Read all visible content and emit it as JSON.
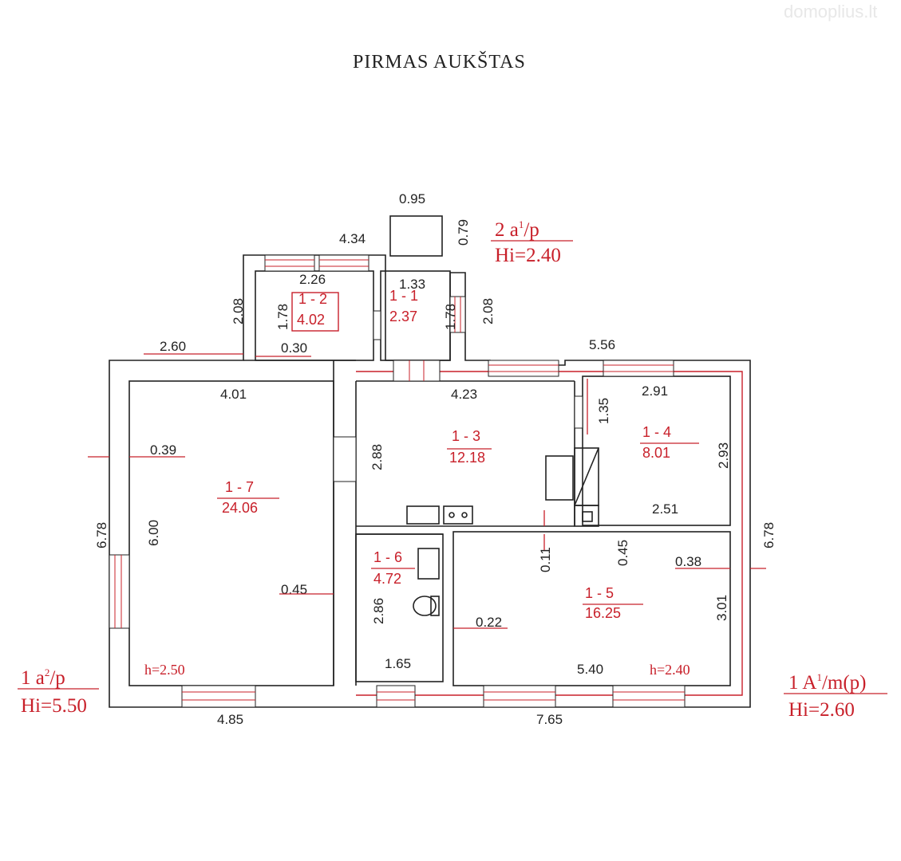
{
  "watermark": "domoplius.lt",
  "title": "PIRMAS AUKŠTAS",
  "rooms": {
    "r1_1": {
      "id": "1 - 1",
      "area": "2.37"
    },
    "r1_2": {
      "id": "1 - 2",
      "area": "4.02"
    },
    "r1_3": {
      "id": "1 - 3",
      "area": "12.18"
    },
    "r1_4": {
      "id": "1 - 4",
      "area": "8.01"
    },
    "r1_5": {
      "id": "1 - 5",
      "area": "16.25"
    },
    "r1_6": {
      "id": "1 - 6",
      "area": "4.72"
    },
    "r1_7": {
      "id": "1 - 7",
      "area": "24.06"
    }
  },
  "heights": {
    "h7": "h=2.50",
    "h5": "h=2.40"
  },
  "labels": {
    "top_right": {
      "line1": "2 a",
      "sup": "1",
      "line1b": "/p",
      "line2": "Hi=2.40"
    },
    "bottom_left": {
      "line1": "1 a",
      "sup": "2",
      "line1b": "/p",
      "line2": "Hi=5.50"
    },
    "bottom_right": {
      "line1": "1 A",
      "sup": "1",
      "line1b": "/m(p)",
      "line2": "Hi=2.60"
    }
  },
  "dims": {
    "d095": "0.95",
    "d079": "0.79",
    "d434": "4.34",
    "d133": "1.33",
    "d226": "2.26",
    "d208a": "2.08",
    "d178a": "1.78",
    "d178b": "1.78",
    "d208b": "2.08",
    "d260": "2.60",
    "d030": "0.30",
    "d556": "5.56",
    "d401": "4.01",
    "d423": "4.23",
    "d291": "2.91",
    "d135": "1.35",
    "d039": "0.39",
    "d288": "2.88",
    "d293": "2.93",
    "d678a": "6.78",
    "d600": "6.00",
    "d251": "2.51",
    "d678b": "6.78",
    "d011": "0.11",
    "d045a": "0.45",
    "d038": "0.38",
    "d045b": "0.45",
    "d286": "2.86",
    "d022": "0.22",
    "d301": "3.01",
    "d165": "1.65",
    "d540": "5.40",
    "d485": "4.85",
    "d765": "7.65"
  }
}
